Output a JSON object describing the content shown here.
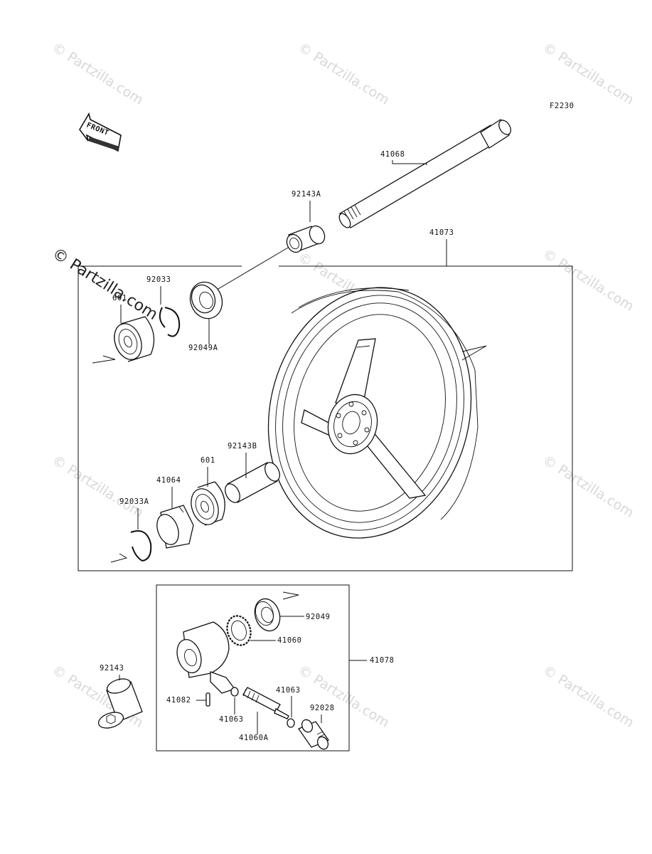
{
  "figure_code": "F2230",
  "front_label": "FRONT",
  "watermark": "© Partzilla.com",
  "parts": {
    "p41068": "41068",
    "p92143A": "92143A",
    "p41073": "41073",
    "p92033": "92033",
    "p601a": "601",
    "p92049A": "92049A",
    "p92143B": "92143B",
    "p601b": "601",
    "p41064": "41064",
    "p92033A": "92033A",
    "p92049": "92049",
    "p41060": "41060",
    "p41078": "41078",
    "p92143": "92143",
    "p41082": "41082",
    "p41063a": "41063",
    "p41063b": "41063",
    "p92028": "92028",
    "p41060A": "41060A"
  }
}
